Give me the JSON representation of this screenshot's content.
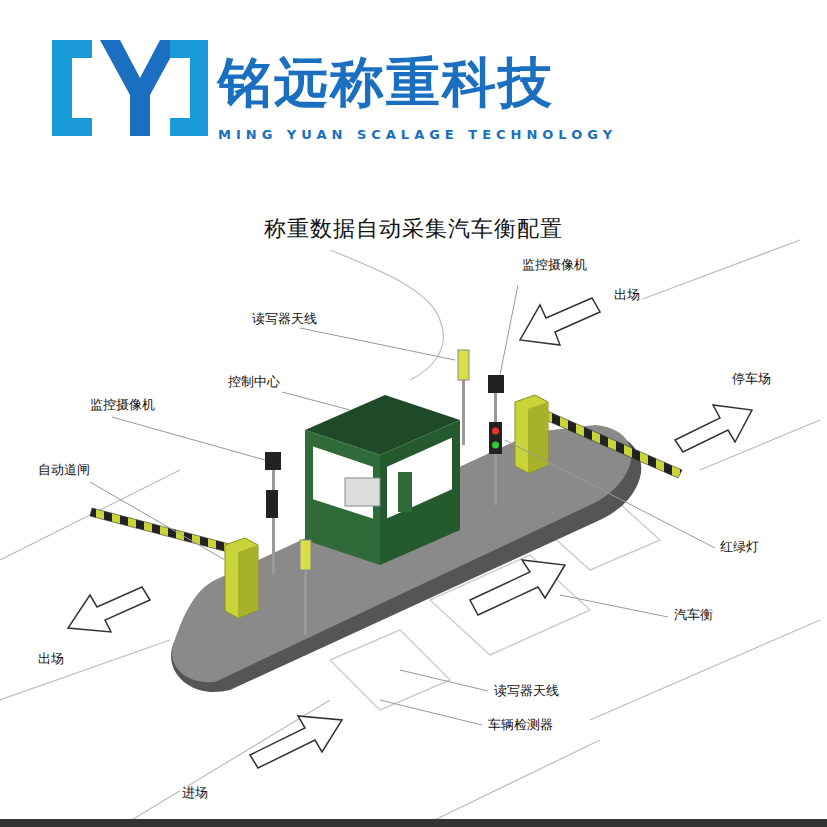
{
  "diagram": {
    "title": "称重数据自动采集汽车衡配置",
    "labels": [
      "铭远称重科技",
      "MING YUAN SCALAGE TECHNOLOGY",
      "监控摄像机",
      "出场",
      "读写器天线",
      "停车场",
      "控制中心",
      "监控摄像机",
      "自动道闸",
      "红绿灯",
      "汽车衡",
      "出场",
      "读写器天线",
      "车辆检测器",
      "进场"
    ]
  }
}
